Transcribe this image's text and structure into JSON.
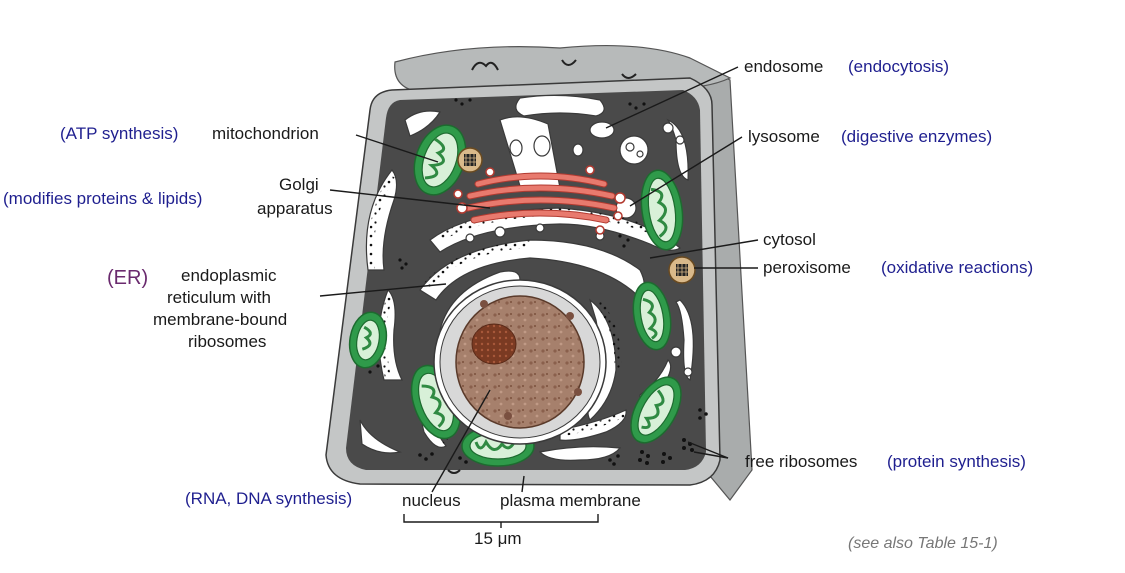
{
  "labels": {
    "endosome": "endosome",
    "endosome_fn": "(endocytosis)",
    "lysosome": "lysosome",
    "lysosome_fn": "(digestive enzymes)",
    "mitochondrion": "mitochondrion",
    "mitochondrion_fn": "(ATP synthesis)",
    "golgi_1": "Golgi",
    "golgi_2": "apparatus",
    "golgi_fn": "(modifies proteins & lipids)",
    "cytosol": "cytosol",
    "peroxisome": "peroxisome",
    "peroxisome_fn": "(oxidative reactions)",
    "er_tag": "(ER)",
    "er_1": "endoplasmic",
    "er_2": "reticulum with",
    "er_3": "membrane-bound",
    "er_4": "ribosomes",
    "free_ribosomes": "free ribosomes",
    "free_ribosomes_fn": "(protein synthesis)",
    "nucleus": "nucleus",
    "nucleus_fn": "(RNA, DNA synthesis)",
    "plasma_membrane": "plasma membrane",
    "scale": "15 μm",
    "note": "(see also Table 15-1)"
  },
  "colors": {
    "cytoplasm": "#4a4a4a",
    "membrane": "#c4c6c6",
    "mitochondria": "#2f9a4a",
    "golgi": "#e87a6e",
    "nucleus": "#a27a66",
    "nucleolus": "#7a3a22",
    "function_text": "#1f1f8f",
    "er_tag": "#6a2a6e"
  }
}
